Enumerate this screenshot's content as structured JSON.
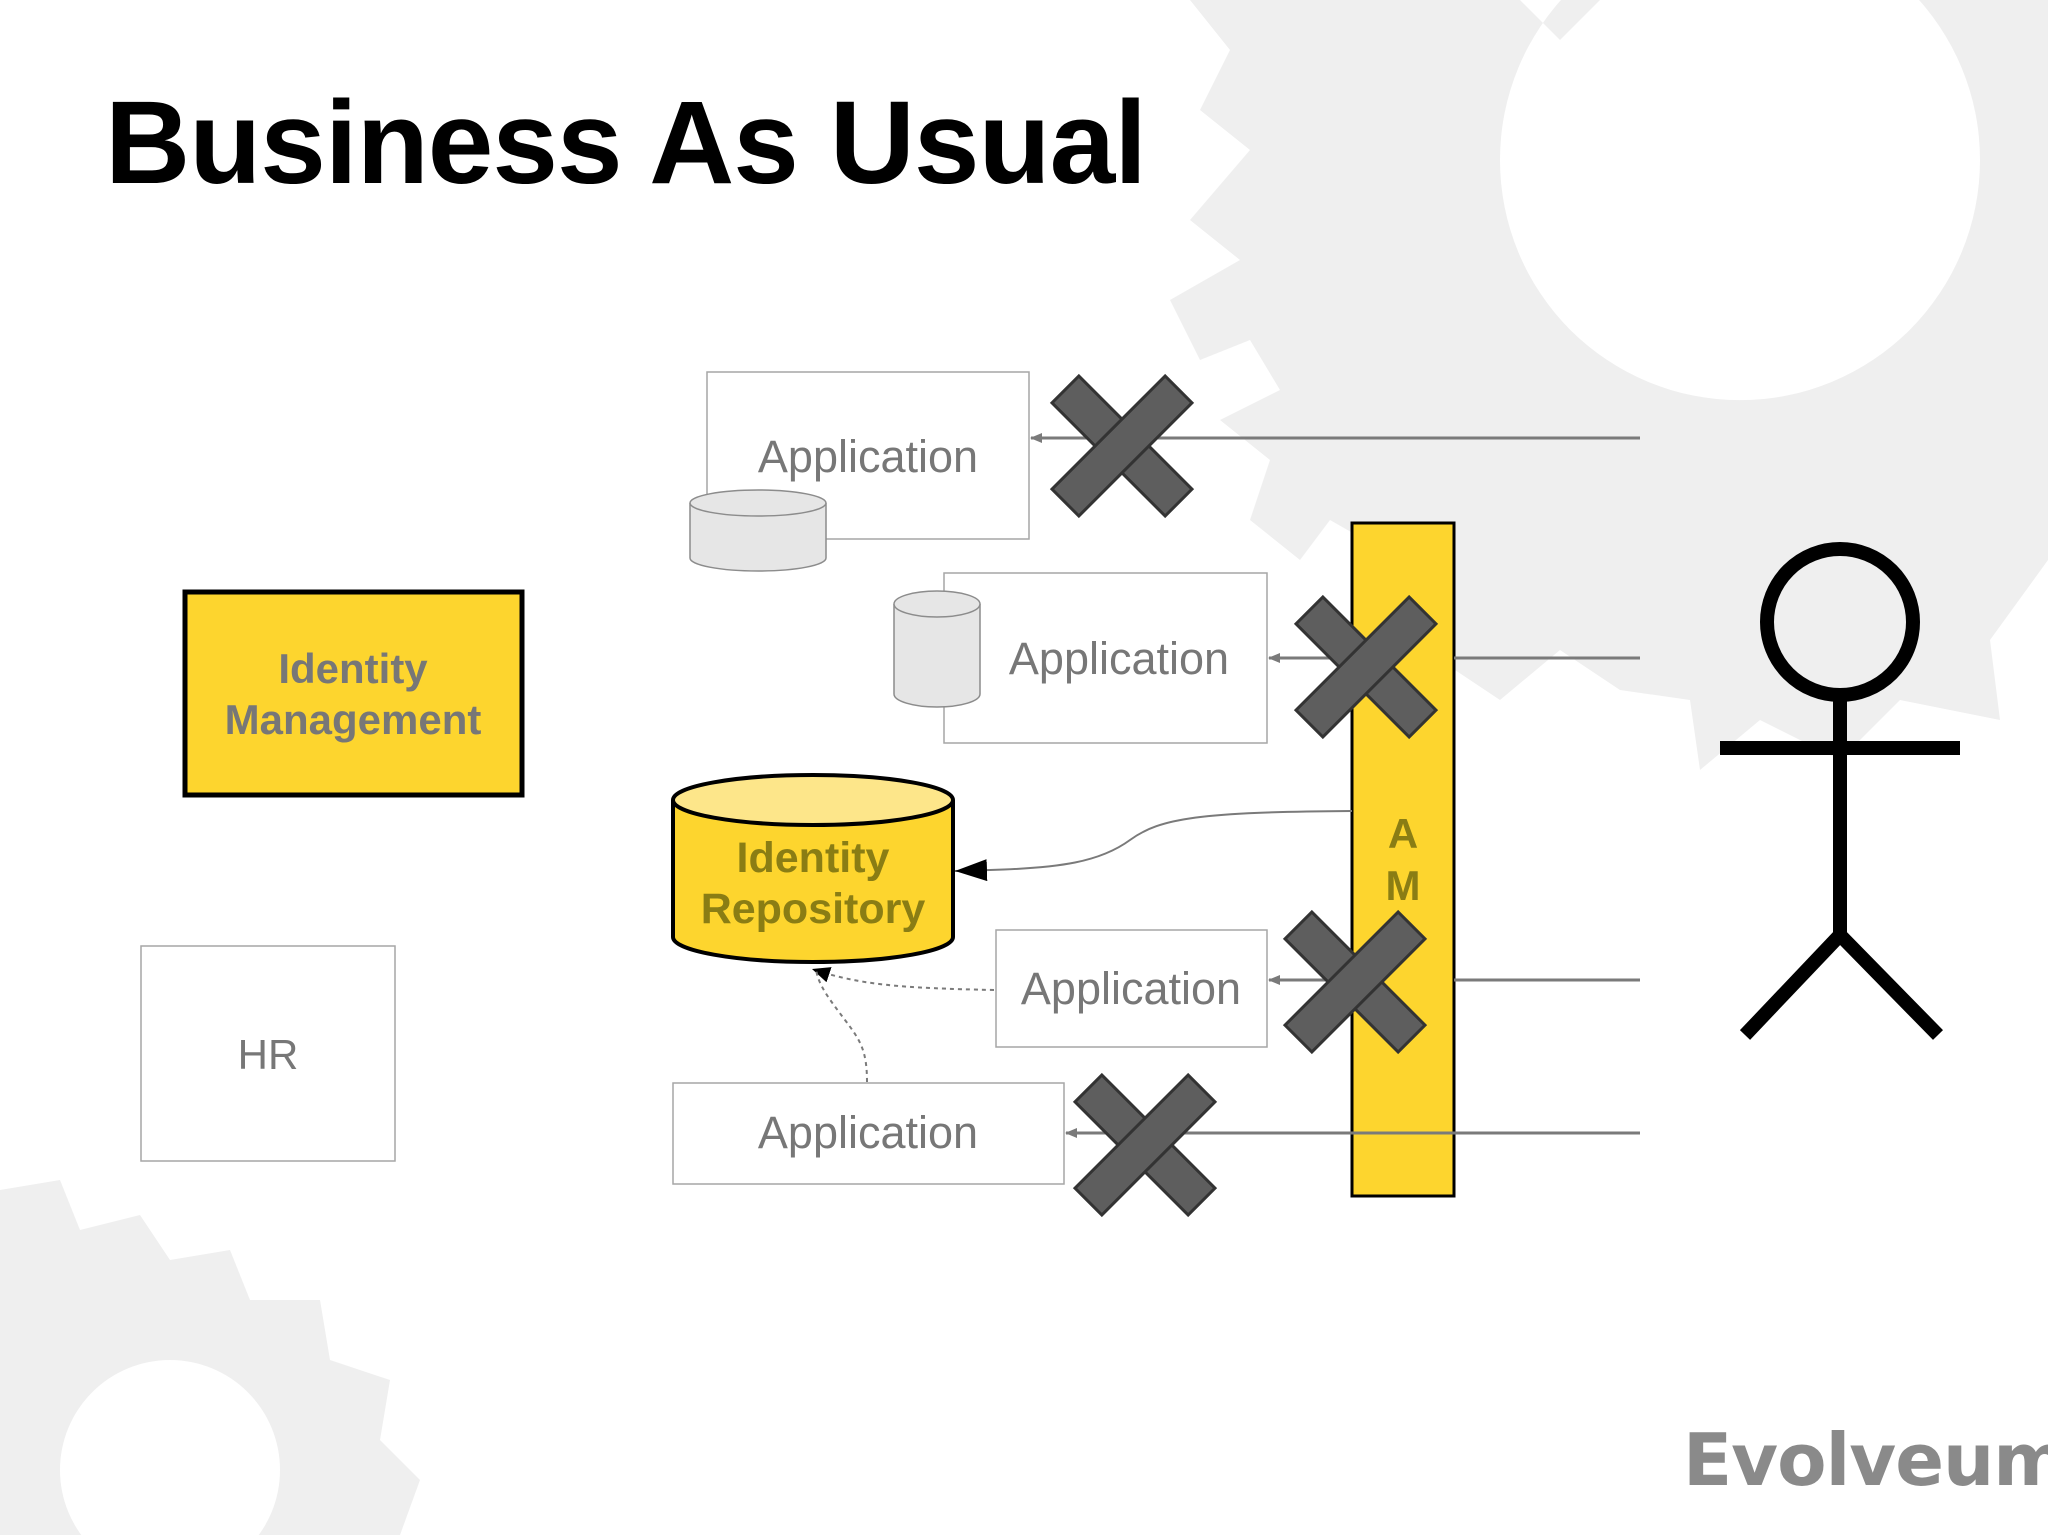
{
  "slide": {
    "title": "Business As Usual"
  },
  "nodes": {
    "identity_management": "Identity Management",
    "identity_management_lines": [
      "Identity",
      "Management"
    ],
    "identity_repository_lines": [
      "Identity",
      "Repository"
    ],
    "hr": "HR",
    "applications": [
      "Application",
      "Application",
      "Application",
      "Application"
    ],
    "access_manager_letters": [
      "A",
      "M"
    ]
  },
  "logo": {
    "text": "Evolveum"
  },
  "colors": {
    "yellow": "#FDD52E",
    "yellow_light": "#FDE68A",
    "gray_text": "#777777",
    "olive_text": "#8A7D14",
    "cross": "#5e5e5e",
    "border_gray": "#a6a6a6",
    "gear": "#ededed"
  },
  "icons": {
    "blocked": "x-cross-icon",
    "user": "stick-figure-icon",
    "database": "database-cylinder-icon"
  }
}
